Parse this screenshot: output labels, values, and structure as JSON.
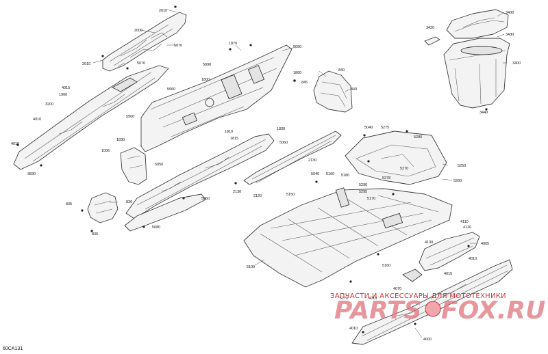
{
  "diagram_id": "60CA131",
  "watermark": {
    "tagline": "ЗАПЧАСТИ И АКСЕССУАРЫ ДЛЯ МОТОТЕХНИКИ",
    "logo_left": "PARTS",
    "logo_right": "FOX.RU"
  },
  "callouts": [
    "2010",
    "2000",
    "5070",
    "2010",
    "5070",
    "1870",
    "5090",
    "5090",
    "1800",
    "1860",
    "840",
    "845",
    "840",
    "3420",
    "3400",
    "3430",
    "3400",
    "3440",
    "4015",
    "1900",
    "3200",
    "5960",
    "5900",
    "4010",
    "4010",
    "3830",
    "1830",
    "1006",
    "1810",
    "1815",
    "1830",
    "5060",
    "5050",
    "2130",
    "5040",
    "5275",
    "5280",
    "5270",
    "5250",
    "5278",
    "5260",
    "5290",
    "5295",
    "5170",
    "5040",
    "5160",
    "5180",
    "2130",
    "2120",
    "5060",
    "5080",
    "835",
    "830",
    "835",
    "5150",
    "5100",
    "5160",
    "4110",
    "4120",
    "4130",
    "4005",
    "4010",
    "4015",
    "5170",
    "4010",
    "4070",
    "4010",
    "4000"
  ]
}
